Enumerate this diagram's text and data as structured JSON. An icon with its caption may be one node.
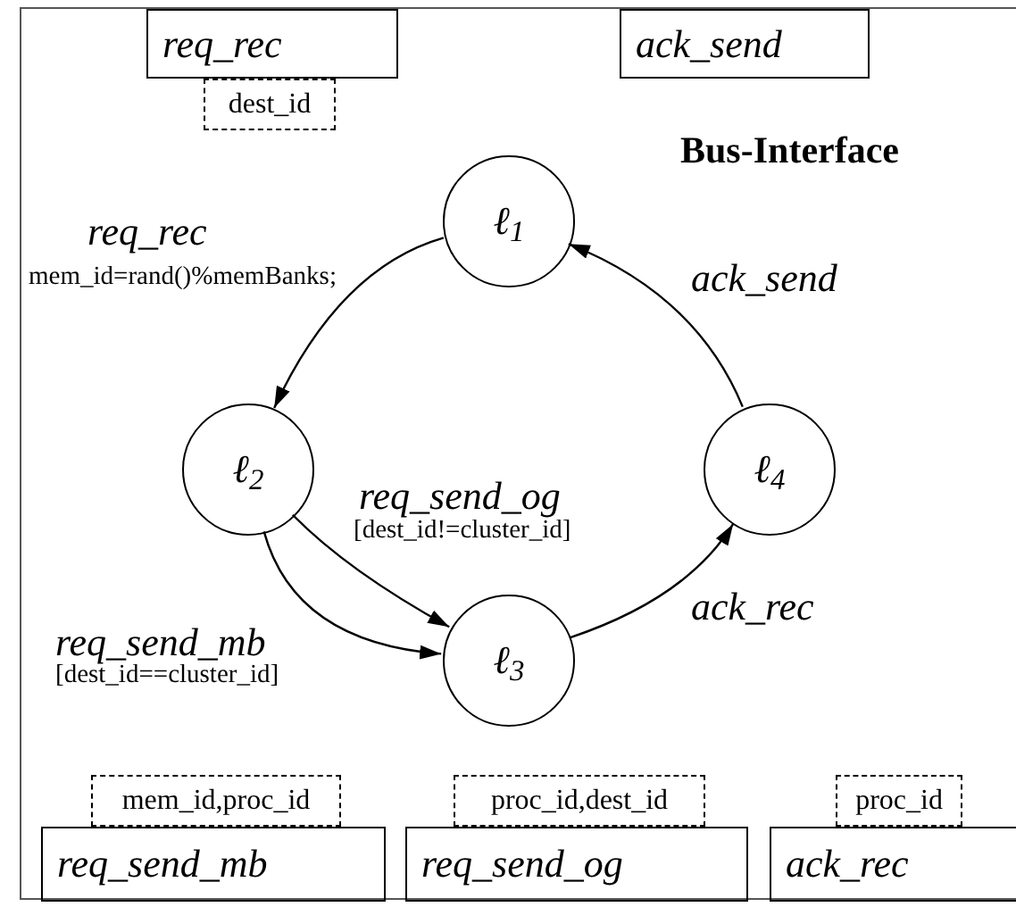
{
  "diagram": {
    "nodes": [
      {
        "text": [
          "Bus-Interface"
        ]
      },
      {
        "text": [
          "req_rec"
        ],
        "in": 0
      },
      {
        "text": [
          "dest_id"
        ],
        "in": 0
      },
      {
        "text": [
          "ack_send"
        ],
        "in": 0
      },
      {
        "text": [
          "ℓ$_{1}$"
        ],
        "in": 0
      },
      {
        "text": [
          "ℓ$_{2}$"
        ],
        "in": 0
      },
      {
        "text": [
          "ℓ$_{4}$"
        ],
        "in": 0
      },
      {
        "text": [
          "ℓ$_{3}$"
        ],
        "in": 0
      },
      {
        "text": [
          "mem_id,proc_id"
        ],
        "in": 0
      },
      {
        "text": [
          "proc_id,dest_id"
        ],
        "in": 0
      },
      {
        "text": [
          "proc_id"
        ],
        "in": 0
      },
      {
        "text": [
          "req_send_mb"
        ],
        "in": 0
      },
      {
        "text": [
          "req_send_og"
        ],
        "in": 0
      },
      {
        "text": [
          "ack_rec"
        ],
        "in": 0
      }
    ],
    "edges": [
      {
        "from": 4,
        "to": 5,
        "arrow": "to",
        "label": "req_rec"
      },
      {
        "from": 5,
        "to": 7,
        "arrow": "to",
        "label": "req_send_og"
      },
      {
        "from": 5,
        "to": 7,
        "arrow": "to",
        "label": "req_send_mb"
      },
      {
        "from": 7,
        "to": 6,
        "arrow": "to",
        "label": "ack_rec"
      },
      {
        "from": 6,
        "to": 4,
        "arrow": "to",
        "label": "ack_send"
      }
    ],
    "labels": [
      "mem_id=rand()%memBanks;",
      "[dest_id!=cluster_id]",
      "[dest_id==cluster_id]"
    ]
  }
}
